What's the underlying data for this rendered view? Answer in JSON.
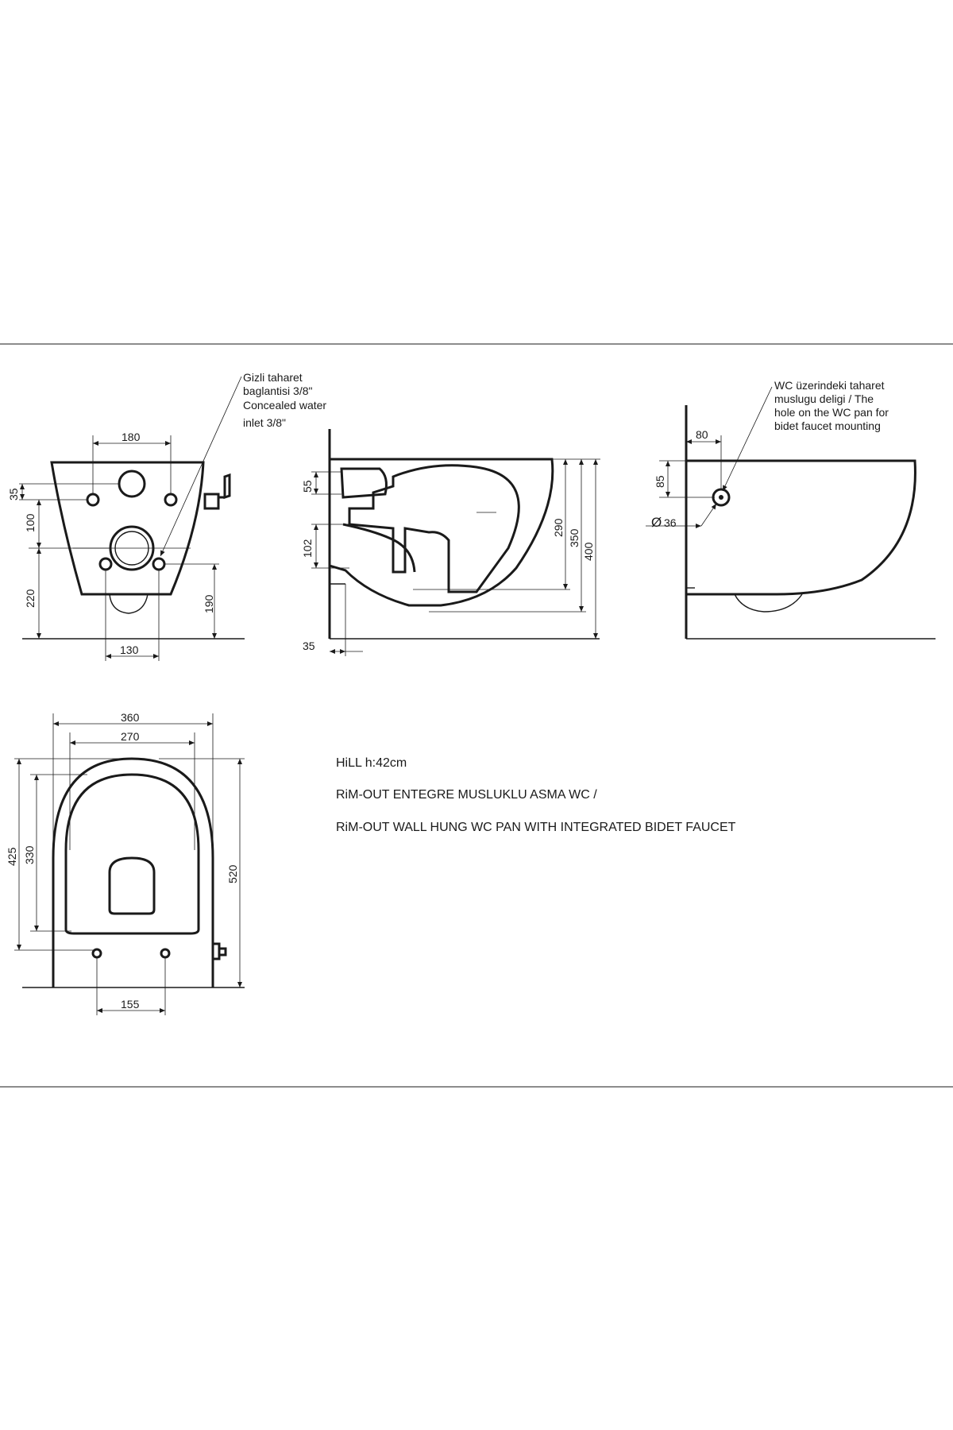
{
  "front_view": {
    "dims": {
      "d180": "180",
      "d35": "35",
      "d100": "100",
      "d220": "220",
      "d190": "190",
      "d130": "130"
    },
    "callout": [
      "Gizli taharet",
      "baglantisi 3/8\"",
      "Concealed water",
      "inlet 3/8\""
    ]
  },
  "section_view": {
    "dims": {
      "d55": "55",
      "d102": "102",
      "d290": "290",
      "d350": "350",
      "d400": "400",
      "d35": "35"
    }
  },
  "side_view": {
    "dims": {
      "d80": "80",
      "d85": "85",
      "d36": "36"
    },
    "diameter_symbol": "Ø",
    "callout": [
      "WC üzerindeki taharet",
      "muslugu deligi / The",
      "hole on the WC pan for",
      "bidet faucet mounting"
    ]
  },
  "top_view": {
    "dims": {
      "d360": "360",
      "d270": "270",
      "d425": "425",
      "d330": "330",
      "d520": "520",
      "d155": "155"
    }
  },
  "titles": {
    "model": "HiLL h:42cm",
    "tr": "RiM-OUT ENTEGRE MUSLUKLU ASMA WC /",
    "en": "RiM-OUT WALL HUNG WC PAN WITH INTEGRATED BIDET FAUCET"
  }
}
